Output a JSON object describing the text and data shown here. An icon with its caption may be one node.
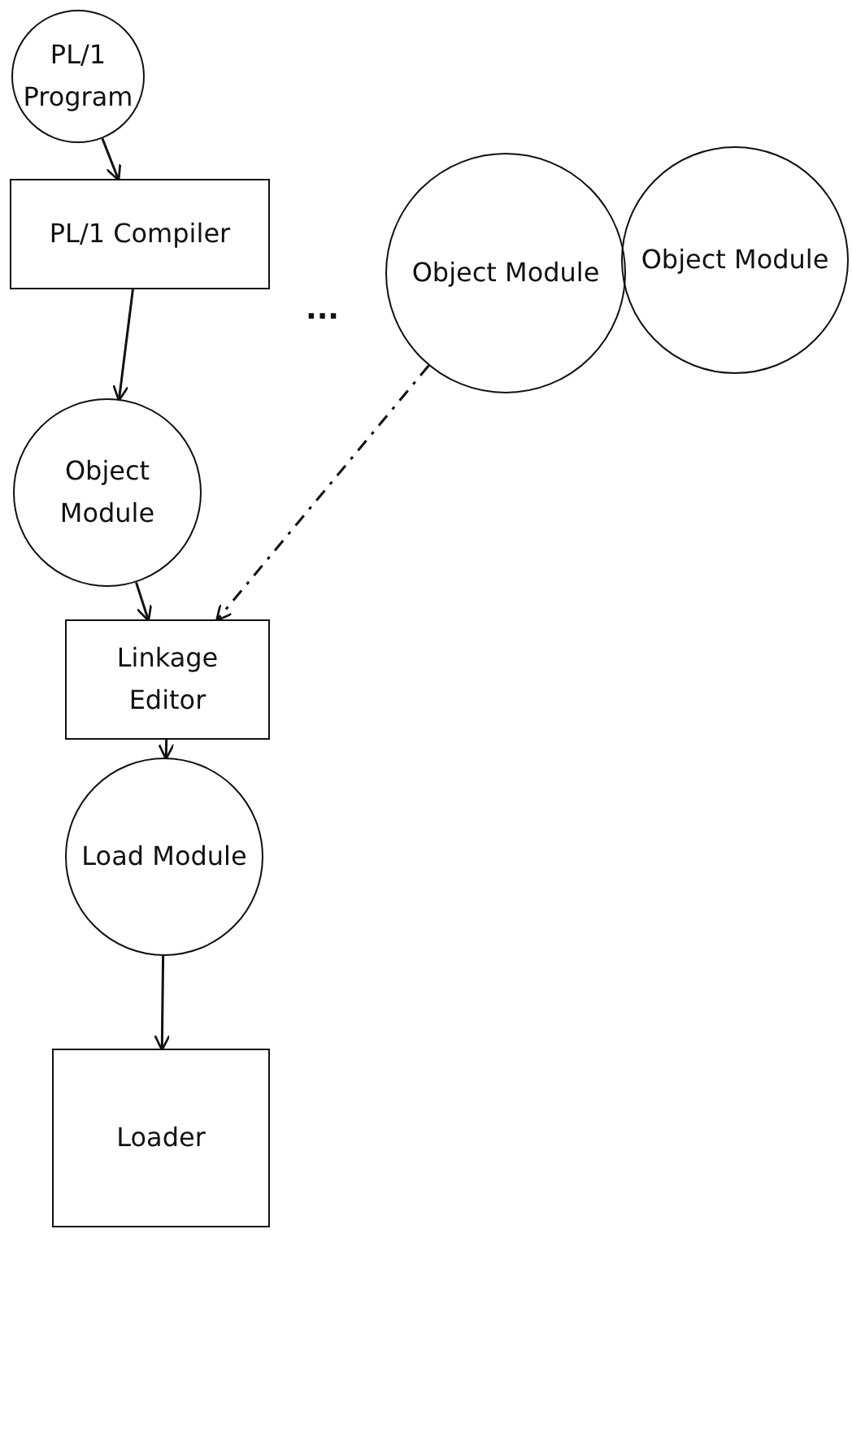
{
  "diagram": {
    "nodes": [
      {
        "text": [
          "PL/1 Program"
        ]
      },
      {
        "text": [
          "PL/1 Compiler"
        ]
      },
      {
        "text": [
          "Object Module"
        ]
      },
      {
        "text": [
          "Object Module"
        ]
      },
      {
        "text": [
          "Object Module"
        ]
      },
      {
        "text": [
          "Linkage Editor"
        ]
      },
      {
        "text": [
          "Load Module"
        ]
      },
      {
        "text": [
          "Loader"
        ]
      }
    ],
    "edges": [
      {
        "from": 0,
        "to": 1,
        "arrow": "to"
      },
      {
        "from": 1,
        "to": 4,
        "arrow": "to"
      },
      {
        "from": 4,
        "to": 5,
        "arrow": "to"
      },
      {
        "from": 2,
        "to": 5,
        "arrow": "to",
        "style": "dashed"
      },
      {
        "from": 5,
        "to": 6,
        "arrow": "to"
      },
      {
        "from": 6,
        "to": 7,
        "arrow": "to"
      }
    ],
    "labels": [
      "..."
    ]
  }
}
